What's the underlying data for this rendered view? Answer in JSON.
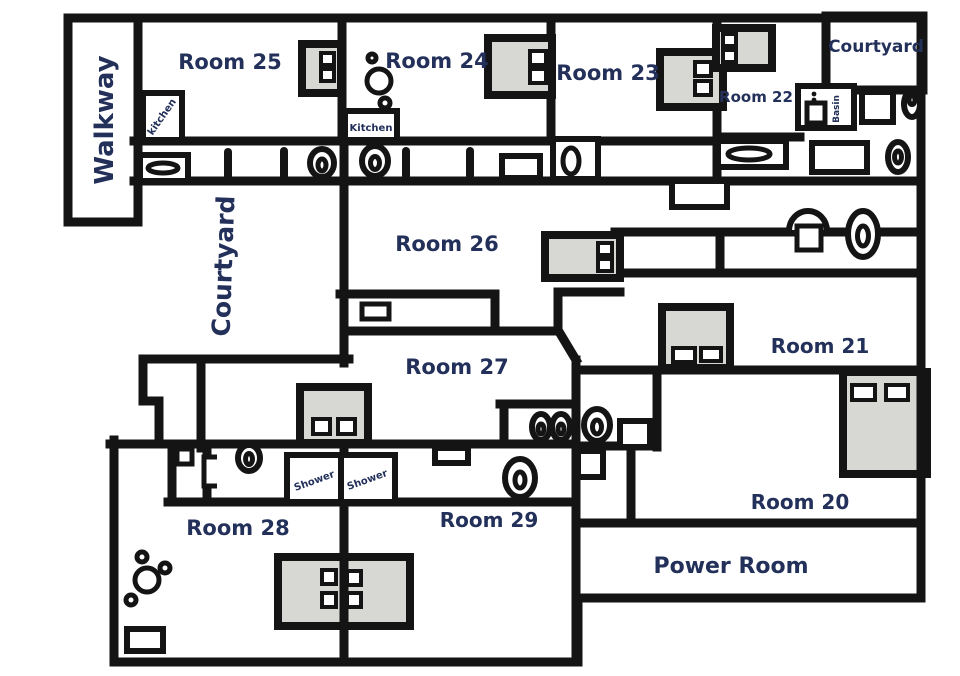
{
  "colors": {
    "wall": "#141414",
    "label_ink": "#22305a",
    "furniture_fill": "#d7d7d4",
    "courtyard_fill": "#97a2ae",
    "background": "#ffffff"
  },
  "areas": {
    "walkway": "Walkway",
    "courtyard_left": "Courtyard",
    "courtyard_upper_right": "Courtyard",
    "power_room": "Power Room"
  },
  "rooms": {
    "room20": "Room 20",
    "room21": "Room 21",
    "room22": "Room 22",
    "room23": "Room 23",
    "room24": "Room 24",
    "room25": "Room 25",
    "room26": "Room 26",
    "room27": "Room 27",
    "room28": "Room 28",
    "room29": "Room 29"
  },
  "fixtures": {
    "kitchen_room25": "kitchen",
    "kitchen_room24": "Kitchen",
    "basin": "Basin",
    "shower_left": "Shower",
    "shower_right": "Shower"
  }
}
